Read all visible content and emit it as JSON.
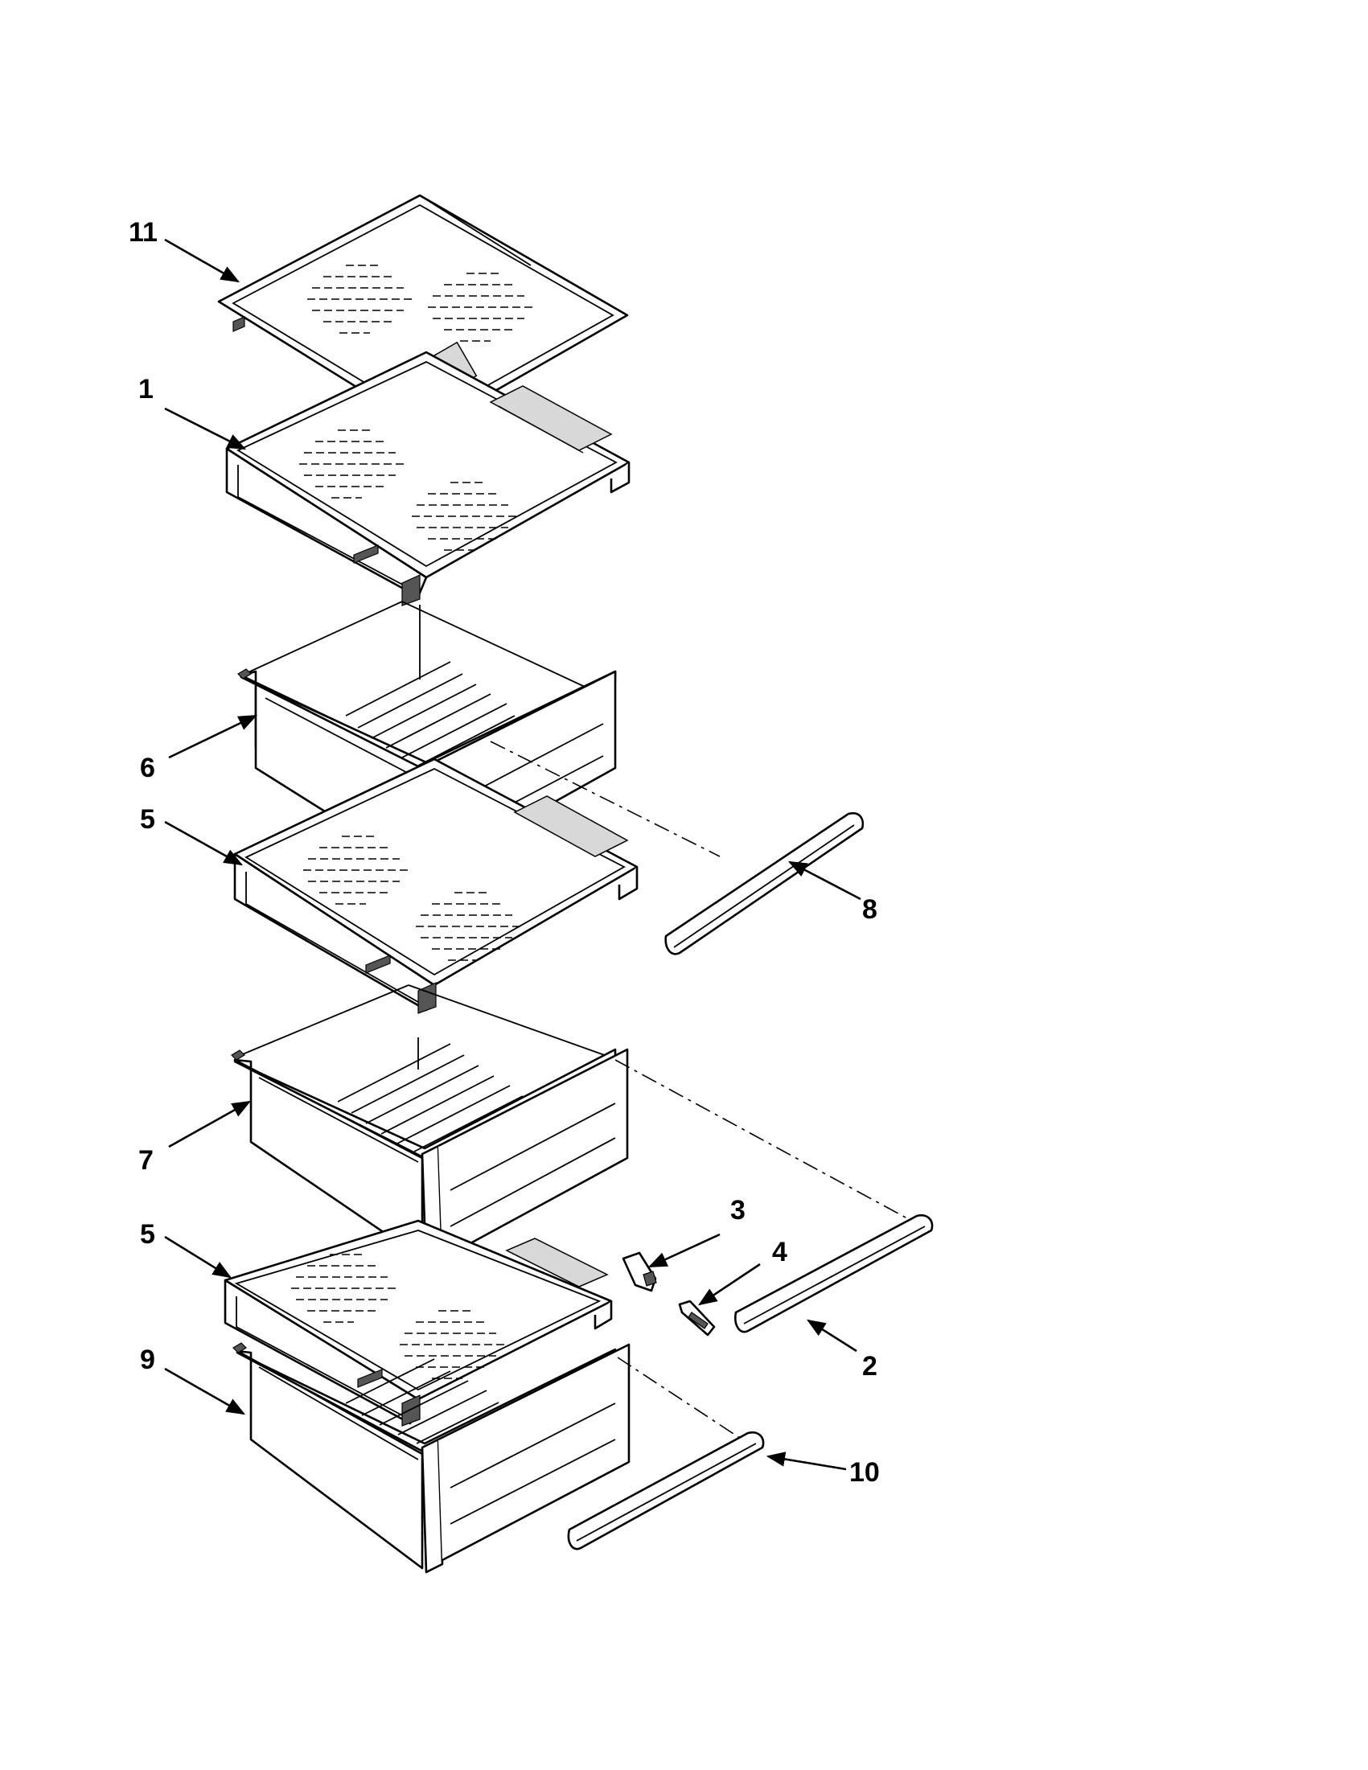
{
  "diagram": {
    "callouts": [
      "11",
      "1",
      "6",
      "5",
      "8",
      "7",
      "3",
      "4",
      "5",
      "2",
      "9",
      "10"
    ]
  }
}
